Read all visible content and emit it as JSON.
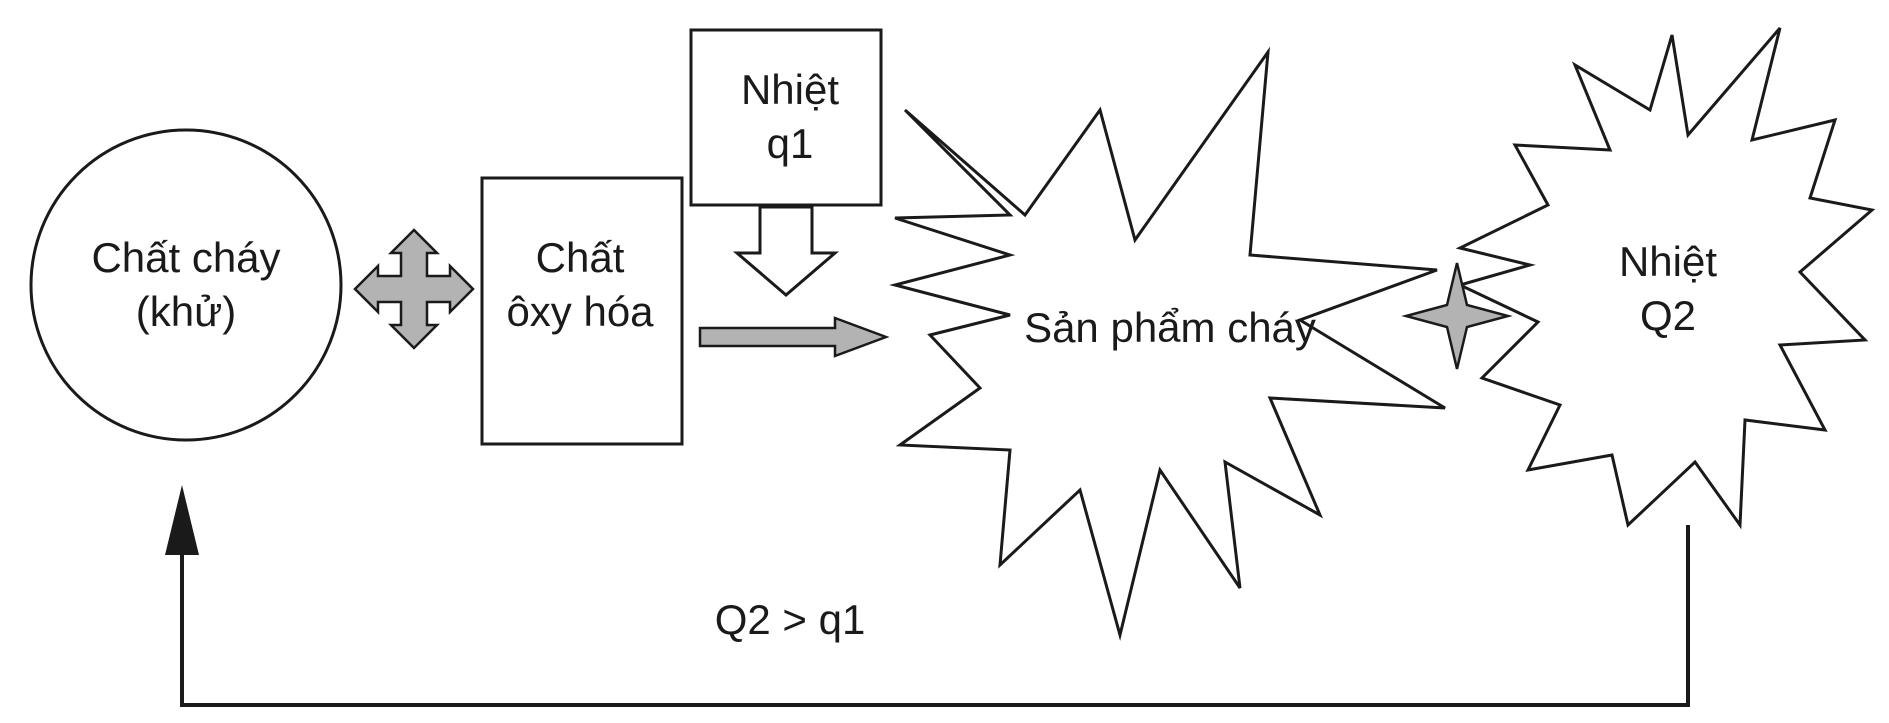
{
  "nodes": {
    "fuel": {
      "line1": "Chất cháy",
      "line2": "(khử)"
    },
    "oxidizer": {
      "line1": "Chất",
      "line2": "ôxy hóa"
    },
    "heat_q1": {
      "line1": "Nhiệt",
      "line2": "q1"
    },
    "products": {
      "label": "Sản phẩm cháy"
    },
    "heat_q2": {
      "line1": "Nhiệt",
      "line2": "Q2"
    }
  },
  "condition": {
    "label": "Q2 > q1"
  },
  "colors": {
    "stroke": "#1a1a1a",
    "arrow_fill": "#b3b3b3",
    "background": "#ffffff"
  }
}
